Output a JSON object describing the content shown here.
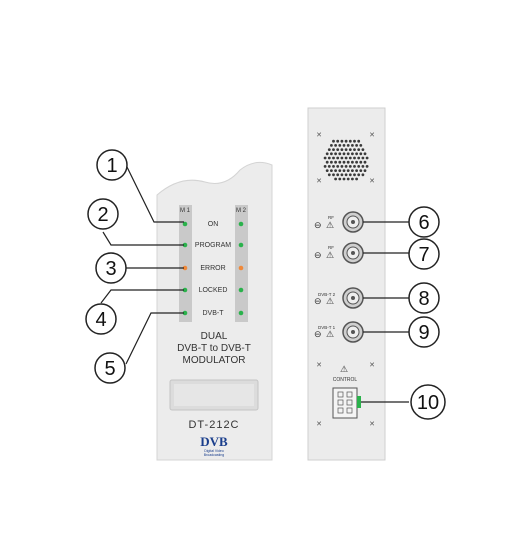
{
  "front_panel": {
    "col_left": "M 1",
    "col_right": "M 2",
    "leds": [
      {
        "label": "ON",
        "color_left": "#2bb24c",
        "color_right": "#2bb24c"
      },
      {
        "label": "PROGRAM",
        "color_left": "#2bb24c",
        "color_right": "#2bb24c"
      },
      {
        "label": "ERROR",
        "color_left": "#f0893a",
        "color_right": "#f0893a"
      },
      {
        "label": "LOCKED",
        "color_left": "#2bb24c",
        "color_right": "#2bb24c"
      },
      {
        "label": "DVB-T",
        "color_left": "#2bb24c",
        "color_right": "#2bb24c"
      }
    ],
    "title_line1": "DUAL",
    "title_line2": "DVB-T to DVB-T",
    "title_line3": "MODULATOR",
    "model": "DT-212C",
    "logo_text": "DVB",
    "logo_sub1": "Digital Video",
    "logo_sub2": "Broadcasting"
  },
  "rear_panel": {
    "rf1": "RF",
    "rf2": "RF",
    "in2": "DVB-T 2",
    "in1": "DVB-T 1",
    "control": "CONTROL"
  },
  "callouts": [
    "1",
    "2",
    "3",
    "4",
    "5",
    "6",
    "7",
    "8",
    "9",
    "10"
  ]
}
